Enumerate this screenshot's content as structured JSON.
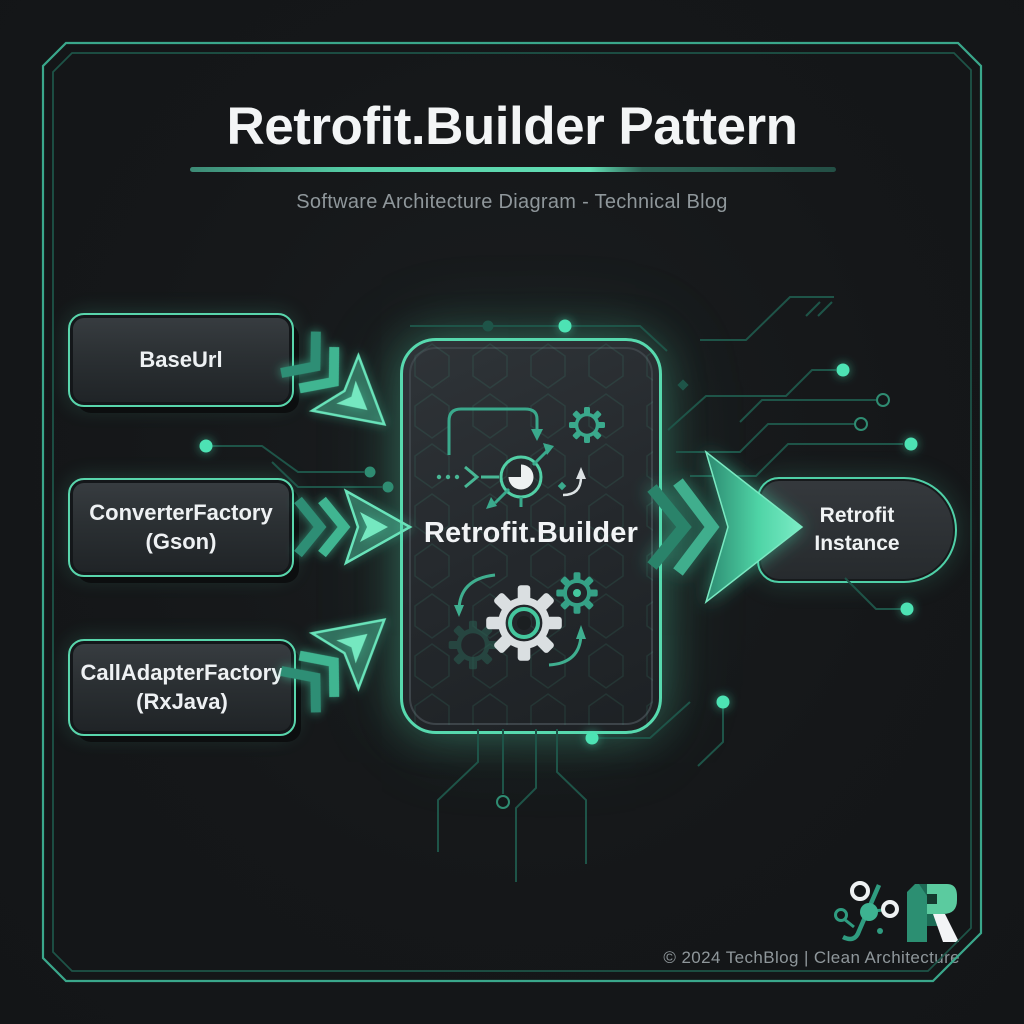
{
  "header": {
    "title": "Retrofit.Builder Pattern",
    "subtitle": "Software Architecture Diagram - Technical Blog"
  },
  "diagram": {
    "inputs": [
      {
        "label": "BaseUrl"
      },
      {
        "label": "ConverterFactory\n(Gson)"
      },
      {
        "label": "CallAdapterFactory\n(RxJava)"
      }
    ],
    "builder": {
      "label": "Retrofit.Builder"
    },
    "output": {
      "label": "Retrofit\nInstance"
    }
  },
  "footer": {
    "copyright": "© 2024 TechBlog | Clean Architecture"
  },
  "colors": {
    "background": "#151719",
    "accent_bright": "#63dfb5",
    "accent": "#3aa98c",
    "accent_dark": "#1e5448",
    "box_border": "#59d6ac",
    "box_fill": "#2b3033",
    "text_primary": "#f2f4f6",
    "text_muted": "#8f979b"
  },
  "icons": {
    "gear": "svg gear glyph",
    "flow-node": "svg circle node with arrows",
    "cycle-arrows": "svg circular arrows",
    "chevron-arrow": "svg layered chevron arrow",
    "molecule-logo": "svg circuit-molecule mark",
    "r-logo": "svg geometric R monogram"
  }
}
